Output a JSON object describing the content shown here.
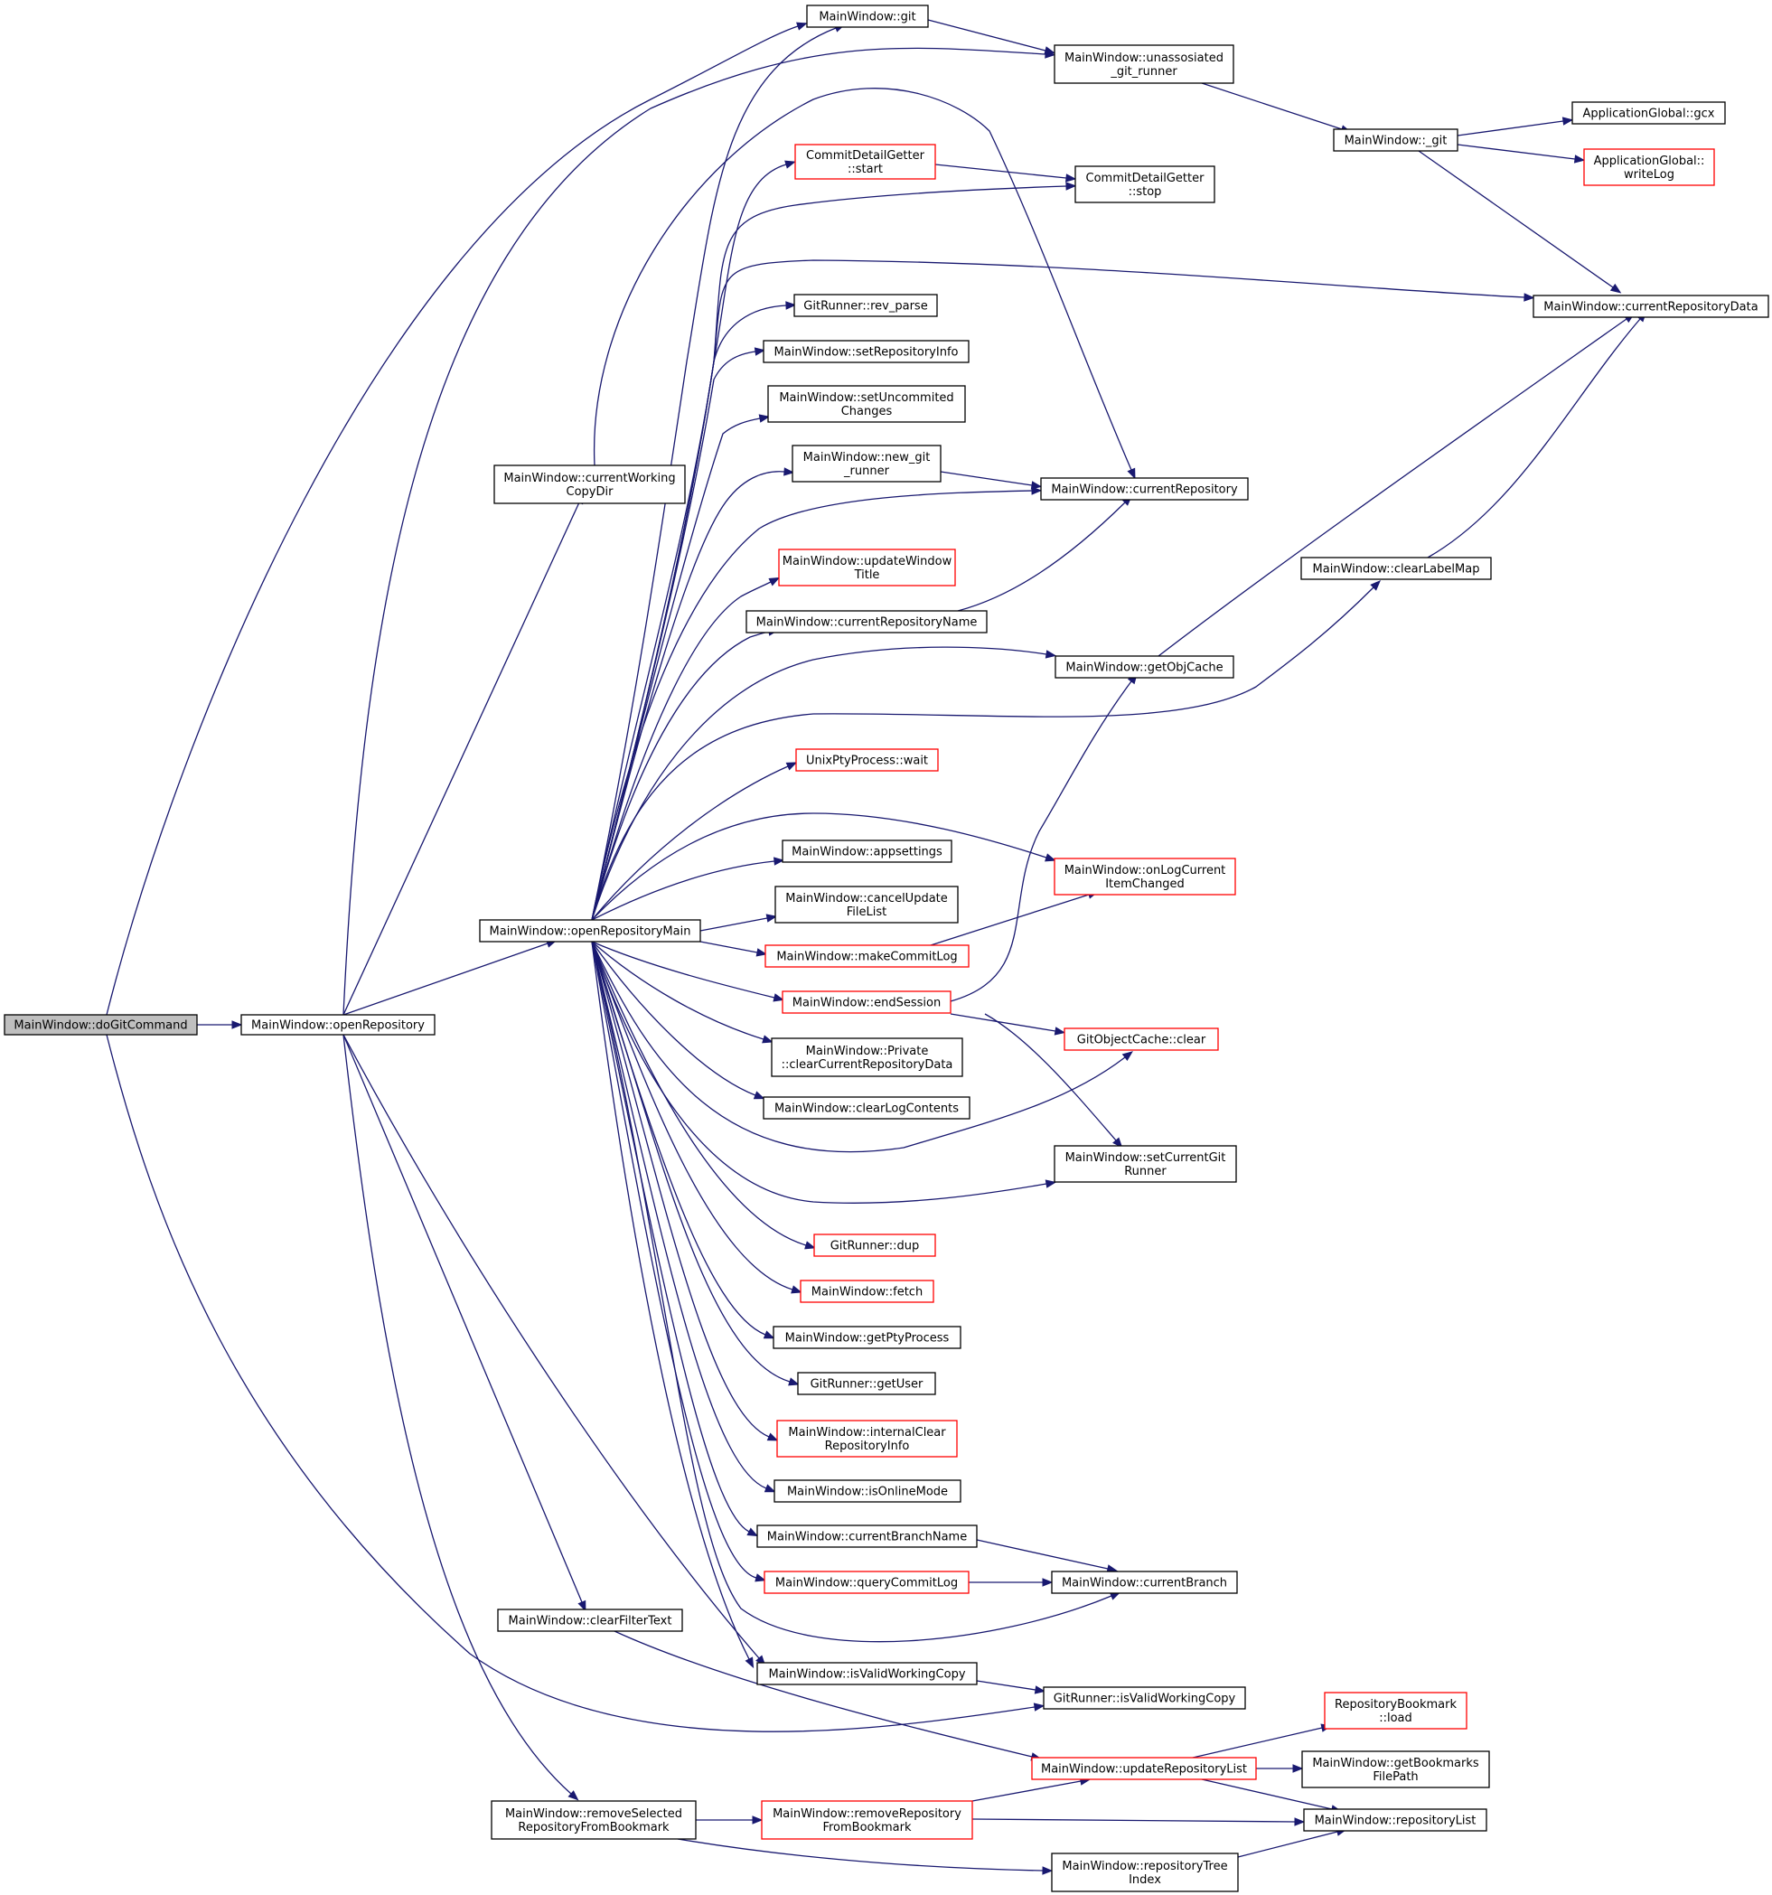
{
  "graph": {
    "node_color": "#000000",
    "highlight_color": "#ff0000",
    "root_fill": "#bfbfbf",
    "edge_color": "#191970",
    "nodes": [
      {
        "id": "doGitCommand",
        "lines": [
          "MainWindow::doGitCommand"
        ],
        "style": "root"
      },
      {
        "id": "openRepository",
        "lines": [
          "MainWindow::openRepository"
        ],
        "style": "normal"
      },
      {
        "id": "openRepositoryMain",
        "lines": [
          "MainWindow::openRepositoryMain"
        ],
        "style": "normal"
      },
      {
        "id": "currentWorkingCopyDir",
        "lines": [
          "MainWindow::currentWorking",
          "CopyDir"
        ],
        "style": "normal"
      },
      {
        "id": "clearFilterText",
        "lines": [
          "MainWindow::clearFilterText"
        ],
        "style": "normal"
      },
      {
        "id": "removeSelectedRepositoryFromBookmark",
        "lines": [
          "MainWindow::removeSelected",
          "RepositoryFromBookmark"
        ],
        "style": "normal"
      },
      {
        "id": "git",
        "lines": [
          "MainWindow::git"
        ],
        "style": "normal"
      },
      {
        "id": "unassosiated_git_runner",
        "lines": [
          "MainWindow::unassosiated",
          "_git_runner"
        ],
        "style": "normal"
      },
      {
        "id": "_git",
        "lines": [
          "MainWindow::_git"
        ],
        "style": "normal"
      },
      {
        "id": "gcx",
        "lines": [
          "ApplicationGlobal::gcx"
        ],
        "style": "normal"
      },
      {
        "id": "writeLog",
        "lines": [
          "ApplicationGlobal::",
          "writeLog"
        ],
        "style": "red"
      },
      {
        "id": "currentRepositoryData",
        "lines": [
          "MainWindow::currentRepositoryData"
        ],
        "style": "normal"
      },
      {
        "id": "cdgStart",
        "lines": [
          "CommitDetailGetter",
          "::start"
        ],
        "style": "red"
      },
      {
        "id": "cdgStop",
        "lines": [
          "CommitDetailGetter",
          "::stop"
        ],
        "style": "normal"
      },
      {
        "id": "rev_parse",
        "lines": [
          "GitRunner::rev_parse"
        ],
        "style": "normal"
      },
      {
        "id": "setRepositoryInfo",
        "lines": [
          "MainWindow::setRepositoryInfo"
        ],
        "style": "normal"
      },
      {
        "id": "setUncommitedChanges",
        "lines": [
          "MainWindow::setUncommited",
          "Changes"
        ],
        "style": "normal"
      },
      {
        "id": "new_git_runner",
        "lines": [
          "MainWindow::new_git",
          "_runner"
        ],
        "style": "normal"
      },
      {
        "id": "currentRepository",
        "lines": [
          "MainWindow::currentRepository"
        ],
        "style": "normal"
      },
      {
        "id": "updateWindowTitle",
        "lines": [
          "MainWindow::updateWindow",
          "Title"
        ],
        "style": "red"
      },
      {
        "id": "currentRepositoryName",
        "lines": [
          "MainWindow::currentRepositoryName"
        ],
        "style": "normal"
      },
      {
        "id": "clearLabelMap",
        "lines": [
          "MainWindow::clearLabelMap"
        ],
        "style": "normal"
      },
      {
        "id": "getObjCache",
        "lines": [
          "MainWindow::getObjCache"
        ],
        "style": "normal"
      },
      {
        "id": "ptyWait",
        "lines": [
          "UnixPtyProcess::wait"
        ],
        "style": "red"
      },
      {
        "id": "appsettings",
        "lines": [
          "MainWindow::appsettings"
        ],
        "style": "normal"
      },
      {
        "id": "onLogCurrentItemChanged",
        "lines": [
          "MainWindow::onLogCurrent",
          "ItemChanged"
        ],
        "style": "red"
      },
      {
        "id": "cancelUpdateFileList",
        "lines": [
          "MainWindow::cancelUpdate",
          "FileList"
        ],
        "style": "normal"
      },
      {
        "id": "makeCommitLog",
        "lines": [
          "MainWindow::makeCommitLog"
        ],
        "style": "red"
      },
      {
        "id": "endSession",
        "lines": [
          "MainWindow::endSession"
        ],
        "style": "red"
      },
      {
        "id": "gocClear",
        "lines": [
          "GitObjectCache::clear"
        ],
        "style": "red"
      },
      {
        "id": "clearCurrentRepositoryData",
        "lines": [
          "MainWindow::Private",
          "::clearCurrentRepositoryData"
        ],
        "style": "normal"
      },
      {
        "id": "clearLogContents",
        "lines": [
          "MainWindow::clearLogContents"
        ],
        "style": "normal"
      },
      {
        "id": "setCurrentGitRunner",
        "lines": [
          "MainWindow::setCurrentGit",
          "Runner"
        ],
        "style": "normal"
      },
      {
        "id": "dup",
        "lines": [
          "GitRunner::dup"
        ],
        "style": "red"
      },
      {
        "id": "fetch",
        "lines": [
          "MainWindow::fetch"
        ],
        "style": "red"
      },
      {
        "id": "getPtyProcess",
        "lines": [
          "MainWindow::getPtyProcess"
        ],
        "style": "normal"
      },
      {
        "id": "getUser",
        "lines": [
          "GitRunner::getUser"
        ],
        "style": "normal"
      },
      {
        "id": "internalClearRepositoryInfo",
        "lines": [
          "MainWindow::internalClear",
          "RepositoryInfo"
        ],
        "style": "red"
      },
      {
        "id": "isOnlineMode",
        "lines": [
          "MainWindow::isOnlineMode"
        ],
        "style": "normal"
      },
      {
        "id": "currentBranchName",
        "lines": [
          "MainWindow::currentBranchName"
        ],
        "style": "normal"
      },
      {
        "id": "queryCommitLog",
        "lines": [
          "MainWindow::queryCommitLog"
        ],
        "style": "red"
      },
      {
        "id": "currentBranch",
        "lines": [
          "MainWindow::currentBranch"
        ],
        "style": "normal"
      },
      {
        "id": "mwIsValidWorkingCopy",
        "lines": [
          "MainWindow::isValidWorkingCopy"
        ],
        "style": "normal"
      },
      {
        "id": "grIsValidWorkingCopy",
        "lines": [
          "GitRunner::isValidWorkingCopy"
        ],
        "style": "normal"
      },
      {
        "id": "bookmarkLoad",
        "lines": [
          "RepositoryBookmark",
          "::load"
        ],
        "style": "red"
      },
      {
        "id": "updateRepositoryList",
        "lines": [
          "MainWindow::updateRepositoryList"
        ],
        "style": "red"
      },
      {
        "id": "getBookmarksFilePath",
        "lines": [
          "MainWindow::getBookmarks",
          "FilePath"
        ],
        "style": "normal"
      },
      {
        "id": "removeRepositoryFromBookmark",
        "lines": [
          "MainWindow::removeRepository",
          "FromBookmark"
        ],
        "style": "red"
      },
      {
        "id": "repositoryList",
        "lines": [
          "MainWindow::repositoryList"
        ],
        "style": "normal"
      },
      {
        "id": "repositoryTreeIndex",
        "lines": [
          "MainWindow::repositoryTree",
          "Index"
        ],
        "style": "normal"
      }
    ]
  }
}
